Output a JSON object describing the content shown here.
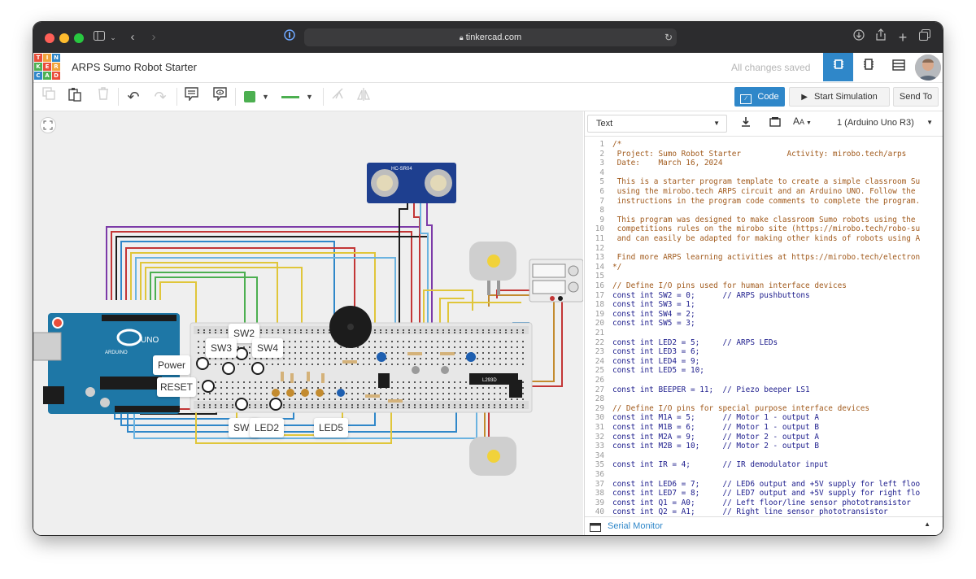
{
  "browser": {
    "url": "tinkercad.com"
  },
  "app": {
    "logo_letters": [
      "T",
      "I",
      "N",
      "K",
      "E",
      "R",
      "C",
      "A",
      "D"
    ],
    "title": "ARPS Sumo Robot Starter",
    "save_status": "All changes saved"
  },
  "toolbar": {
    "code_label": "Code",
    "simulation_label": "Start Simulation",
    "send_label": "Send To"
  },
  "canvas": {
    "labels": {
      "power": "Power",
      "reset": "RESET",
      "sw2": "SW2",
      "sw3": "SW3",
      "sw4": "SW4",
      "sw5": "SW5",
      "led2": "LED2",
      "led5": "LED5"
    },
    "sensor_label": "HC-SR04",
    "board_label": "UNO",
    "board_brand": "ARDUINO",
    "driver_chip": "L293D"
  },
  "code_panel": {
    "mode": "Text",
    "device": "1 (Arduino Uno R3)",
    "serial_monitor_label": "Serial Monitor",
    "lines": [
      "/*",
      " Project: Sumo Robot Starter          Activity: mirobo.tech/arps",
      " Date:    March 16, 2024",
      "",
      " This is a starter program template to create a simple classroom Su",
      " using the mirobo.tech ARPS circuit and an Arduino UNO. Follow the",
      " instructions in the program code comments to complete the program.",
      "",
      " This program was designed to make classroom Sumo robots using the",
      " competitions rules on the mirobo site (https://mirobo.tech/robo-su",
      " and can easily be adapted for making other kinds of robots using A",
      "",
      " Find more ARPS learning activities at https://mirobo.tech/electron",
      "*/",
      "",
      "// Define I/O pins used for human interface devices",
      "const int SW2 = 0;      // ARPS pushbuttons",
      "const int SW3 = 1;",
      "const int SW4 = 2;",
      "const int SW5 = 3;",
      "",
      "const int LED2 = 5;     // ARPS LEDs",
      "const int LED3 = 6;",
      "const int LED4 = 9;",
      "const int LED5 = 10;",
      "",
      "const int BEEPER = 11;  // Piezo beeper LS1",
      "",
      "// Define I/O pins for special purpose interface devices",
      "const int M1A = 5;      // Motor 1 - output A",
      "const int M1B = 6;      // Motor 1 - output B",
      "const int M2A = 9;      // Motor 2 - output A",
      "const int M2B = 10;     // Motor 2 - output B",
      "",
      "const int IR = 4;       // IR demodulator input",
      "",
      "const int LED6 = 7;     // LED6 output and +5V supply for left floo",
      "const int LED7 = 8;     // LED7 output and +5V supply for right flo",
      "const int Q1 = A0;      // Left floor/line sensor phototransistor",
      "const int Q2 = A1;      // Right line sensor phototransistor"
    ]
  }
}
